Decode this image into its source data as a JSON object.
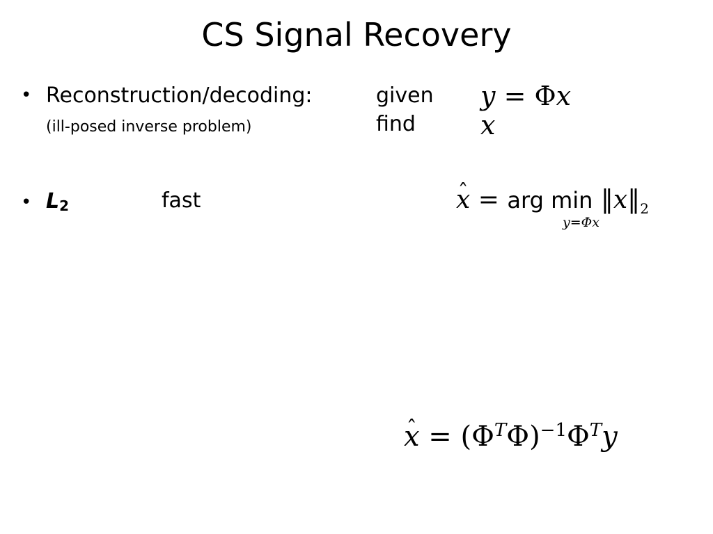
{
  "slide": {
    "title": "CS Signal Recovery",
    "bullet_glyph": "•",
    "item1": {
      "label": "Reconstruction/decoding:",
      "note": "(ill-posed inverse problem)",
      "given_label": "given",
      "find_label": "find",
      "given_eq": {
        "y": "y",
        "eq": "=",
        "phi": "Φ",
        "x": "x"
      },
      "find_var": "x"
    },
    "item2": {
      "label_main": "L",
      "label_sub": "2",
      "desc": "fast",
      "argmin": {
        "xhat": "x",
        "hat": "ˆ",
        "eq": "=",
        "op": "arg min",
        "constraint": "y=Φx",
        "norm": "‖x‖",
        "norm_sub": "2"
      }
    },
    "closed_form": {
      "xhat": "x",
      "hat": "ˆ",
      "eq": "=",
      "lhs_paren": "(",
      "phi1": "Φ",
      "t1": "T",
      "phi2": "Φ",
      "rhs_paren": ")",
      "inv": "−1",
      "phi3": "Φ",
      "t2": "T",
      "y": "y"
    }
  }
}
